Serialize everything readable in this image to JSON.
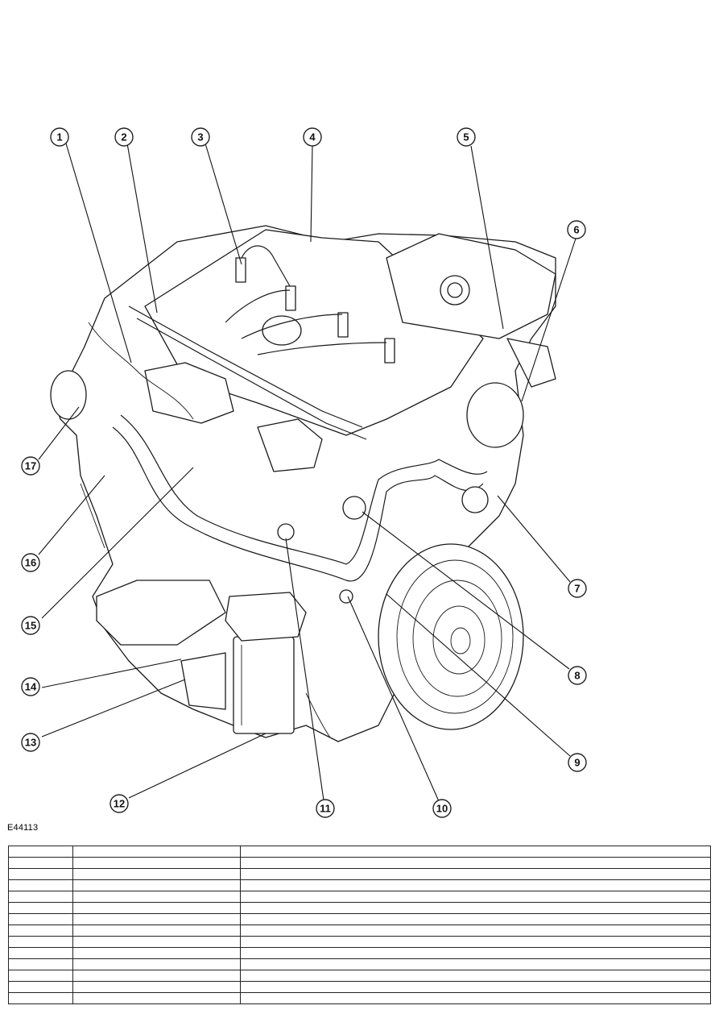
{
  "figure_id": "E44113",
  "callouts": [
    "1",
    "2",
    "3",
    "4",
    "5",
    "6",
    "7",
    "8",
    "9",
    "10",
    "11",
    "12",
    "13",
    "14",
    "15",
    "16",
    "17"
  ],
  "legend_rows": [
    [
      "",
      "",
      ""
    ],
    [
      "",
      "",
      ""
    ],
    [
      "",
      "",
      ""
    ],
    [
      "",
      "",
      ""
    ],
    [
      "",
      "",
      ""
    ],
    [
      "",
      "",
      ""
    ],
    [
      "",
      "",
      ""
    ],
    [
      "",
      "",
      ""
    ],
    [
      "",
      "",
      ""
    ],
    [
      "",
      "",
      ""
    ],
    [
      "",
      "",
      ""
    ],
    [
      "",
      "",
      ""
    ],
    [
      "",
      "",
      ""
    ],
    [
      "",
      "",
      ""
    ]
  ]
}
